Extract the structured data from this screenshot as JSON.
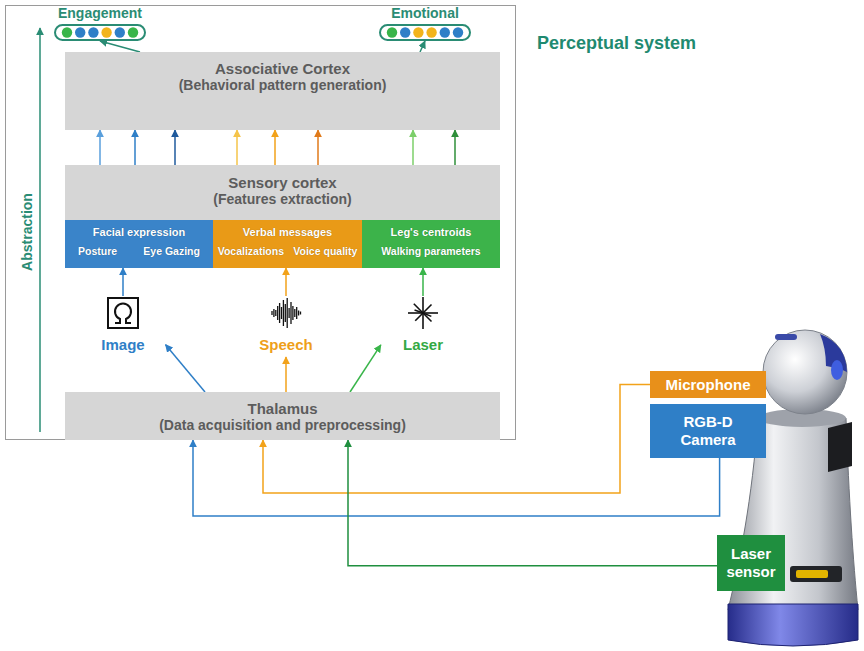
{
  "diagram": {
    "title": "Perceptual system",
    "nodes": [
      {
        "text": [
          "Engagement"
        ]
      },
      {
        "text": [
          "Emotional"
        ]
      },
      {
        "text": [
          "Associative Cortex",
          "(Behavioral pattern generation)"
        ]
      },
      {
        "text": [
          "Sensory cortex",
          "(Features extraction)"
        ]
      },
      {
        "text": [
          "Facial expression",
          "Posture",
          "Eye Gazing"
        ],
        "in": 3
      },
      {
        "text": [
          "Verbal messages",
          "Vocalizations",
          "Voice quality"
        ],
        "in": 3
      },
      {
        "text": [
          "Leg's centroids",
          "Walking parameters"
        ],
        "in": 3
      },
      {
        "text": [
          "Image"
        ]
      },
      {
        "text": [
          "Speech"
        ]
      },
      {
        "text": [
          "Laser"
        ]
      },
      {
        "text": [
          "Thalamus",
          "(Data acquisition and preprocessing)"
        ]
      },
      {
        "text": [
          "Microphone"
        ]
      },
      {
        "text": [
          "RGB-D Camera"
        ]
      },
      {
        "text": [
          "Laser sensor"
        ]
      }
    ],
    "edges": [
      {
        "from": 2,
        "to": 0,
        "arrow": "to"
      },
      {
        "from": 2,
        "to": 1,
        "arrow": "to"
      },
      {
        "from": 3,
        "to": 2,
        "arrow": "to"
      },
      {
        "from": 3,
        "to": 2,
        "arrow": "to"
      },
      {
        "from": 3,
        "to": 2,
        "arrow": "to"
      },
      {
        "from": 3,
        "to": 2,
        "arrow": "to"
      },
      {
        "from": 3,
        "to": 2,
        "arrow": "to"
      },
      {
        "from": 3,
        "to": 2,
        "arrow": "to"
      },
      {
        "from": 3,
        "to": 2,
        "arrow": "to"
      },
      {
        "from": 3,
        "to": 2,
        "arrow": "to"
      },
      {
        "from": 7,
        "to": 4,
        "arrow": "to"
      },
      {
        "from": 8,
        "to": 5,
        "arrow": "to"
      },
      {
        "from": 9,
        "to": 6,
        "arrow": "to"
      },
      {
        "from": 10,
        "to": 7,
        "arrow": "to"
      },
      {
        "from": 10,
        "to": 8,
        "arrow": "to"
      },
      {
        "from": 10,
        "to": 9,
        "arrow": "to"
      },
      {
        "from": 11,
        "to": 10,
        "arrow": "to"
      },
      {
        "from": 12,
        "to": 10,
        "arrow": "to"
      },
      {
        "from": 13,
        "to": 10,
        "arrow": "to"
      }
    ],
    "labels": [
      "Abstraction"
    ]
  }
}
